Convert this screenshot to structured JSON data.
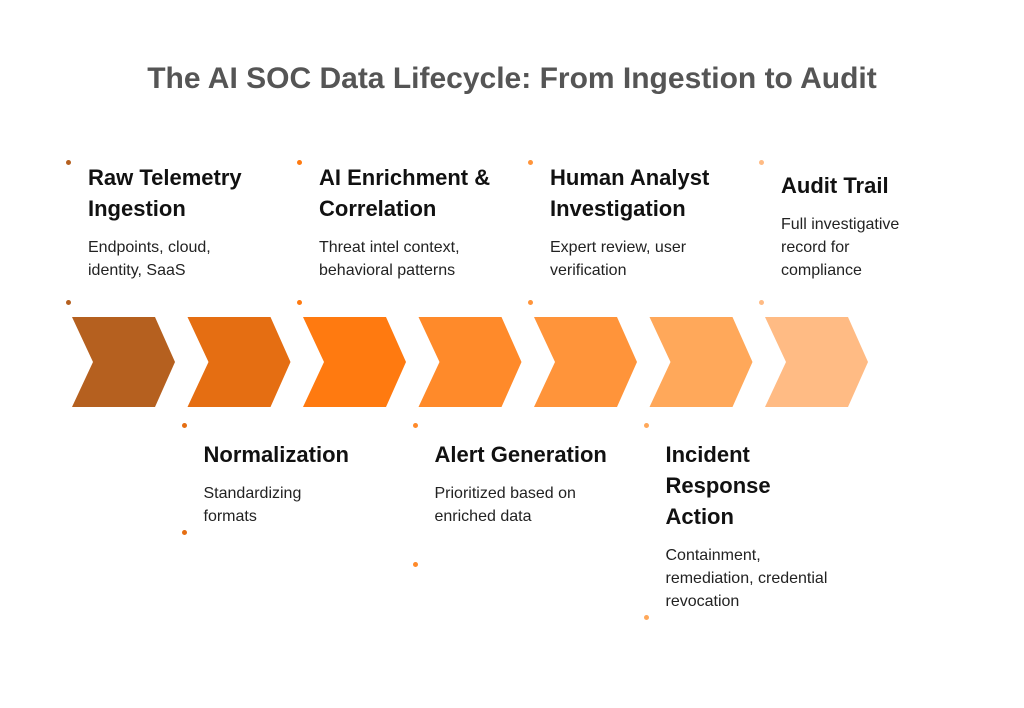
{
  "title": "The AI SOC Data Lifecycle: From Ingestion to Audit",
  "steps": [
    {
      "title": "Raw Telemetry Ingestion",
      "desc": "Endpoints, cloud, identity, SaaS",
      "color": "#b5601f",
      "position": "top"
    },
    {
      "title": "Normalization",
      "desc": "Standardizing formats",
      "color": "#e56e12",
      "position": "bottom"
    },
    {
      "title": "AI Enrichment & Correlation",
      "desc": "Threat intel context, behavioral patterns",
      "color": "#ff7a10",
      "position": "top"
    },
    {
      "title": "Alert Generation",
      "desc": "Prioritized based on enriched data",
      "color": "#ff8a2a",
      "position": "bottom"
    },
    {
      "title": "Human Analyst Investigation",
      "desc": "Expert review, user verification",
      "color": "#ff943a",
      "position": "top"
    },
    {
      "title": "Incident Response Action",
      "desc": "Containment, remediation, credential revocation",
      "color": "#ffa85a",
      "position": "bottom"
    },
    {
      "title": "Audit Trail",
      "desc": "Full investigative record for compliance",
      "color": "#ffbb84",
      "position": "top"
    }
  ]
}
